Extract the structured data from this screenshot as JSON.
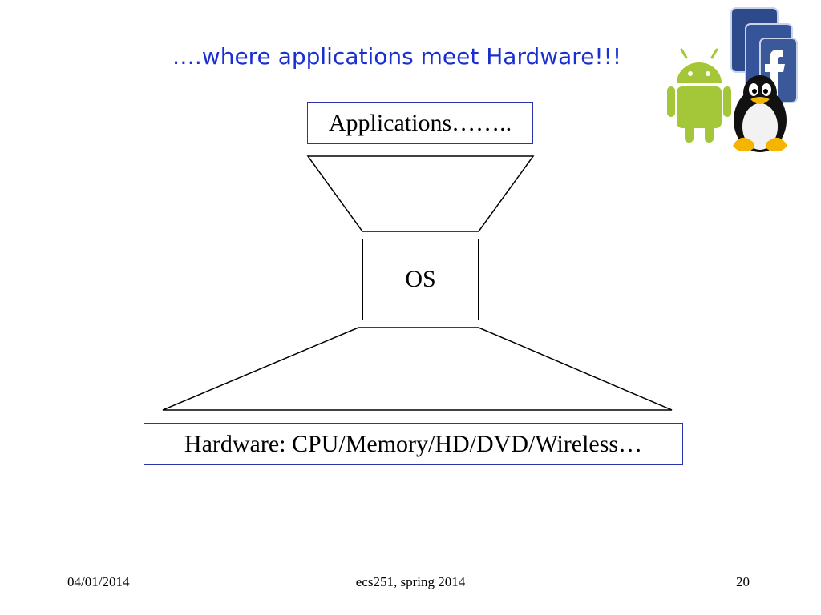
{
  "slide": {
    "title": "….where applications meet Hardware!!!",
    "applications_label": "Applications……..",
    "os_label": "OS",
    "hardware_label": "Hardware: CPU/Memory/HD/DVD/Wireless…"
  },
  "footer": {
    "date": "04/01/2014",
    "course": "ecs251, spring 2014",
    "page": "20"
  },
  "logos": [
    "facebook-icon",
    "android-icon",
    "tux-penguin-icon"
  ],
  "colors": {
    "title": "#1a2fd1",
    "box_border": "#2a33a8",
    "android_green": "#a4c639",
    "facebook_blue": "#3b5998"
  }
}
